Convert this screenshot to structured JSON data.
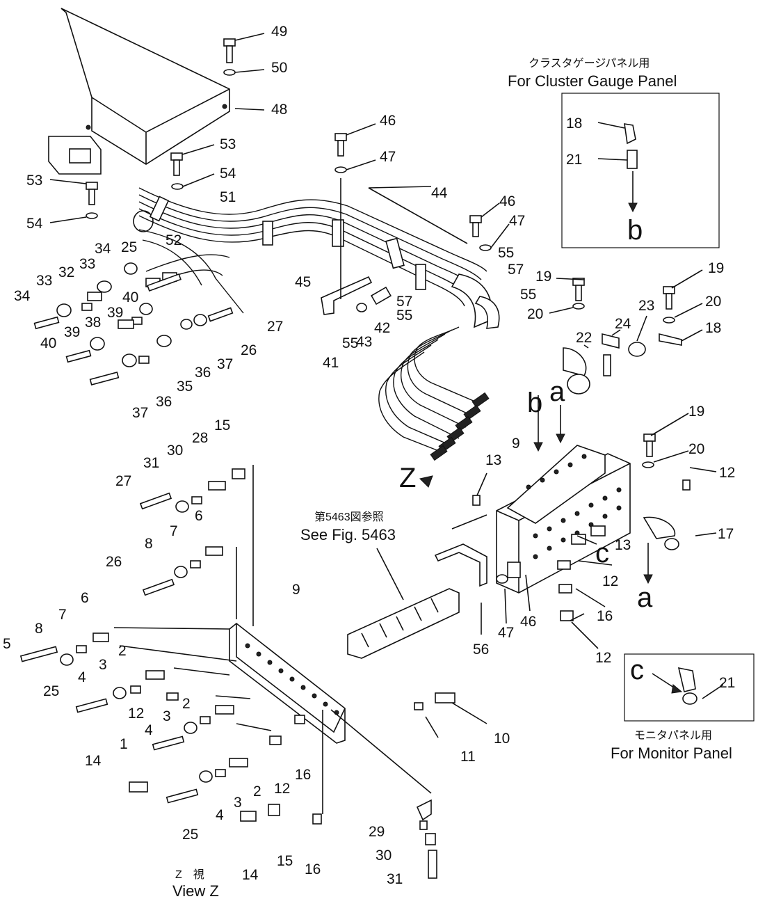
{
  "callouts": {
    "c1": "1",
    "c2a": "2",
    "c2b": "2",
    "c2c": "2",
    "c3a": "3",
    "c3b": "3",
    "c3c": "3",
    "c4a": "4",
    "c4b": "4",
    "c4c": "4",
    "c5": "5",
    "c6a": "6",
    "c6b": "6",
    "c7a": "7",
    "c7b": "7",
    "c8a": "8",
    "c8b": "8",
    "c9a": "9",
    "c9b": "9",
    "c10": "10",
    "c11": "11",
    "c12a": "12",
    "c12b": "12",
    "c12c": "12",
    "c12d": "12",
    "c12e": "12",
    "c13a": "13",
    "c13b": "13",
    "c14a": "14",
    "c14b": "14",
    "c15a": "15",
    "c15b": "15",
    "c16a": "16",
    "c16b": "16",
    "c16c": "16",
    "c17": "17",
    "c18a": "18",
    "c18b": "18",
    "c19a": "19",
    "c19b": "19",
    "c19c": "19",
    "c20a": "20",
    "c20b": "20",
    "c20c": "20",
    "c21a": "21",
    "c21b": "21",
    "c22": "22",
    "c23": "23",
    "c24": "24",
    "c25a": "25",
    "c25b": "25",
    "c25c": "25",
    "c26a": "26",
    "c26b": "26",
    "c27a": "27",
    "c27b": "27",
    "c28": "28",
    "c29": "29",
    "c30a": "30",
    "c30b": "30",
    "c31a": "31",
    "c31b": "31",
    "c32": "32",
    "c33a": "33",
    "c33b": "33",
    "c34a": "34",
    "c34b": "34",
    "c35": "35",
    "c36a": "36",
    "c36b": "36",
    "c37a": "37",
    "c37b": "37",
    "c38": "38",
    "c39a": "39",
    "c39b": "39",
    "c40a": "40",
    "c40b": "40",
    "c41": "41",
    "c42": "42",
    "c43": "43",
    "c44": "44",
    "c45": "45",
    "c46a": "46",
    "c46b": "46",
    "c46c": "46",
    "c47a": "47",
    "c47b": "47",
    "c47c": "47",
    "c48": "48",
    "c49": "49",
    "c50": "50",
    "c51": "51",
    "c52": "52",
    "c53a": "53",
    "c53b": "53",
    "c54a": "54",
    "c54b": "54",
    "c55a": "55",
    "c55b": "55",
    "c55c": "55",
    "c55d": "55",
    "c56": "56",
    "c57a": "57",
    "c57b": "57"
  },
  "letters": {
    "a_main": "a",
    "a_bottom": "a",
    "b_main": "b",
    "b_inset": "b",
    "c_main": "c",
    "c_inset": "c",
    "z_view": "Z"
  },
  "insets": {
    "cluster_jp": "クラスタゲージパネル用",
    "cluster_en": "For Cluster Gauge Panel",
    "monitor_jp": "モニタパネル用",
    "monitor_en": "For Monitor Panel"
  },
  "references": {
    "fig_jp": "第5463図参照",
    "fig_en": "See Fig. 5463"
  },
  "view": {
    "jp": "Z　視",
    "en": "View  Z"
  }
}
